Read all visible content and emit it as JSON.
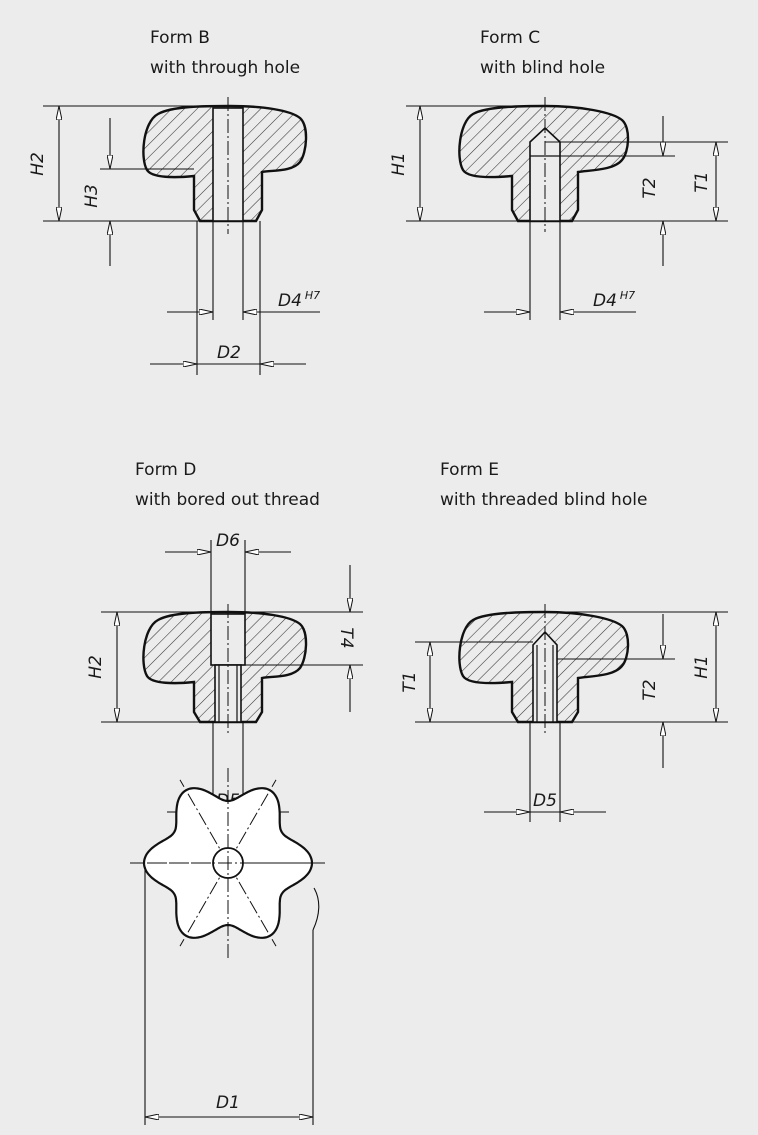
{
  "forms": {
    "b": {
      "title": "Form B",
      "subtitle": "with through hole"
    },
    "c": {
      "title": "Form C",
      "subtitle": "with blind hole"
    },
    "d": {
      "title": "Form D",
      "subtitle": "with bored out thread"
    },
    "e": {
      "title": "Form E",
      "subtitle": "with threaded blind hole"
    }
  },
  "dimensions": {
    "h1": "H1",
    "h2": "H2",
    "h3": "H3",
    "t1": "T1",
    "t2": "T2",
    "t4": "T4",
    "d1": "D1",
    "d2": "D2",
    "d4": "D4",
    "d4_tol": "H7",
    "d5": "D5",
    "d6": "D6"
  },
  "colors": {
    "background": "#ececec",
    "line": "#111111",
    "paper": "#ffffff"
  }
}
